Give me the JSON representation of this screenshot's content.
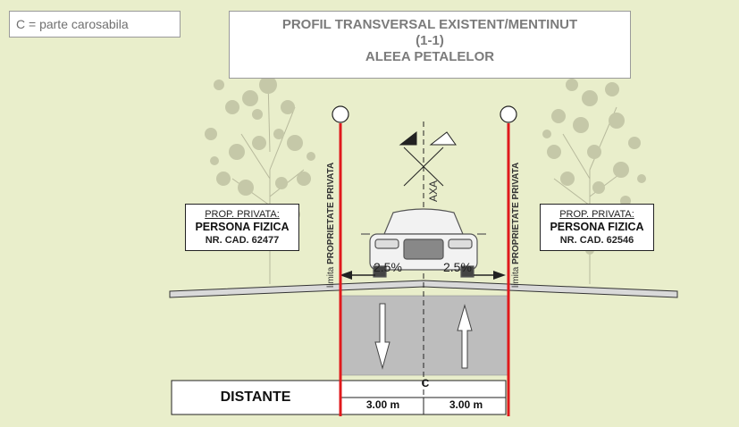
{
  "legend": {
    "text": "C = parte carosabila"
  },
  "title": {
    "line1": "PROFIL TRANSVERSAL EXISTENT/MENTINUT",
    "line2": "(1-1)",
    "line3": "ALEEA PETALELOR"
  },
  "left_property": {
    "label": "PROP. PRIVATA:",
    "owner": "PERSONA FIZICA",
    "cadastral": "NR. CAD. 62477"
  },
  "right_property": {
    "label": "PROP. PRIVATA:",
    "owner": "PERSONA FIZICA",
    "cadastral": "NR. CAD. 62546"
  },
  "boundary": {
    "prefix": "limita",
    "text": "PROPRIETATE PRIVATA"
  },
  "axis": {
    "label": "AXA"
  },
  "slopes": {
    "left": "2.5%",
    "right": "2.5%"
  },
  "distances": {
    "row_label": "DISTANTE",
    "section_label": "C",
    "lane_left": "3.00 m",
    "lane_right": "3.00 m"
  },
  "colors": {
    "background": "#e9eecb",
    "boundary_line": "#e0191c",
    "carriageway": "#bdbdbd",
    "road_surface": "#d9d9d9"
  }
}
